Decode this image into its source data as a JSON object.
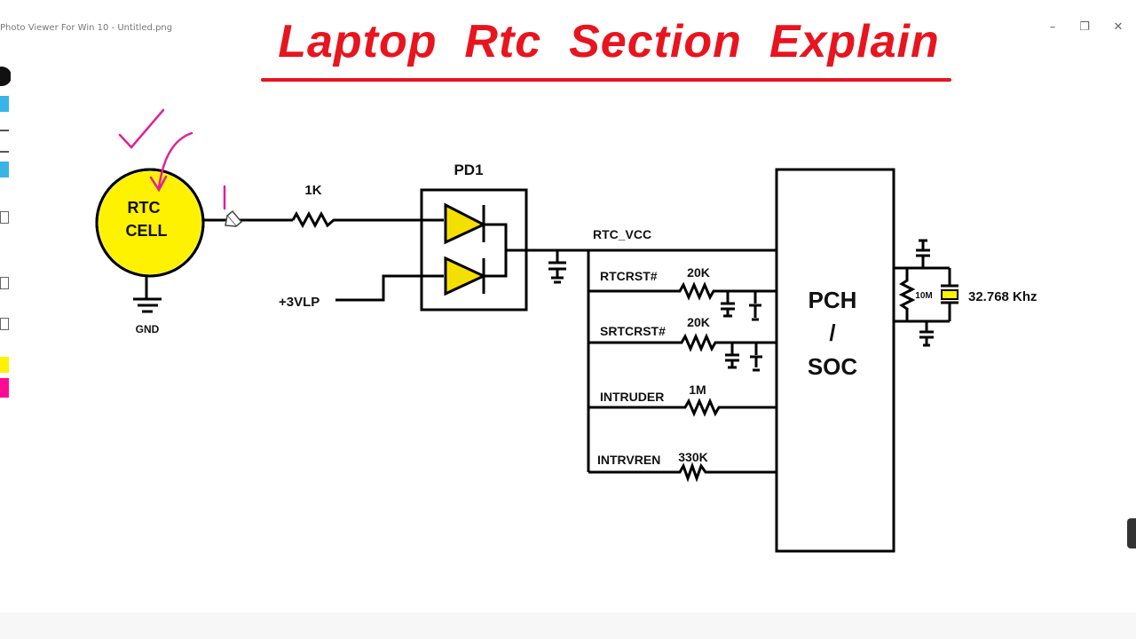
{
  "window": {
    "title": "Photo Viewer For Win 10 - Untitled.png",
    "minimize_glyph": "–",
    "maximize_glyph": "❐",
    "close_glyph": "✕"
  },
  "headline": {
    "text": "Laptop  Rtc  Section  Explain",
    "color": "#e8141e"
  },
  "annotation_color": "#e0209a",
  "toolbar": {
    "icons": [
      "eye-icon",
      "pen-icon",
      "eraser-icon",
      "highlighter-icon",
      "shape-icon",
      "copy-icon",
      "page-icon",
      "color-swatch-yellow",
      "color-swatch-magenta"
    ]
  },
  "schematic": {
    "rtc_cell": {
      "line1": "RTC",
      "line2": "CELL",
      "fill": "#fff200"
    },
    "gnd_label": "GND",
    "resistor_1k": "1K",
    "pd1_label": "PD1",
    "vlp_label": "+3VLP",
    "rtc_vcc_label": "RTC_VCC",
    "signals": [
      {
        "name": "RTCRST#",
        "resistor": "20K"
      },
      {
        "name": "SRTCRST#",
        "resistor": "20K"
      },
      {
        "name": "INTRUDER",
        "resistor": "1M"
      },
      {
        "name": "INTRVREN",
        "resistor": "330K"
      }
    ],
    "chip": {
      "line1": "PCH",
      "line2": "/",
      "line3": "SOC"
    },
    "crystal": {
      "resistor": "10M",
      "frequency": "32.768 Khz",
      "fill": "#fff200"
    },
    "diode_fill": "#f4e000"
  }
}
